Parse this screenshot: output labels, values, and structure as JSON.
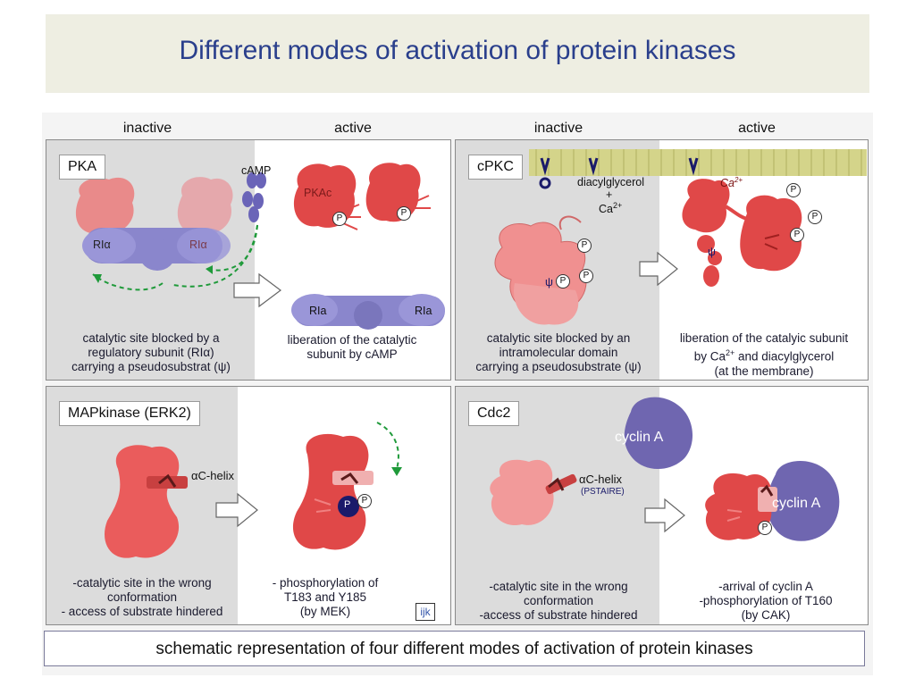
{
  "title": "Different modes of activation of protein kinases",
  "headers": {
    "left_inactive": "inactive",
    "left_active": "active",
    "right_inactive": "inactive",
    "right_active": "active"
  },
  "panels": {
    "pka": {
      "label": "PKA",
      "camp": "cAMP",
      "pkac": "PKAc",
      "ria_left": "RIα",
      "ria_right": "RIα",
      "rla_a": "RIa",
      "rla_b": "RIa",
      "inactive_caption": [
        "catalytic site blocked by a",
        "regulatory subunit (RIα)",
        "carrying a pseudosubstrat (ψ)"
      ],
      "active_caption": [
        "liberation of the catalytic",
        "subunit by cAMP"
      ]
    },
    "cpkc": {
      "label": "cPKC",
      "dag": "diacylglycerol",
      "plus": "+",
      "ca": "Ca",
      "ca_sup": "2+",
      "ca_membrane": "Ca",
      "ca_membrane_sup": "2+",
      "inactive_caption": [
        "catalytic site blocked by an",
        "intramolecular domain",
        "carrying a pseudosubstrate (ψ)"
      ],
      "active_caption_line1": "liberation of the catalyic subunit",
      "active_caption_line2_a": "by Ca",
      "active_caption_line2_sup": "2+",
      "active_caption_line2_b": " and  diacylglycerol",
      "active_caption_line3": "(at the membrane)"
    },
    "mapk": {
      "label": "MAPkinase (ERK2)",
      "helix": "αC-helix",
      "inactive_caption": [
        "-catalytic site in the wrong",
        "conformation",
        "- access of substrate hindered"
      ],
      "active_caption": [
        "- phosphorylation of",
        "T183 and Y185",
        "(by MEK)"
      ],
      "logo": "ijk"
    },
    "cdc2": {
      "label": "Cdc2",
      "cyclin": "cyclin A",
      "cyclin_bound": "cyclin A",
      "helix": "αC-helix",
      "pstaire": "(PSTAIRE)",
      "inactive_caption": [
        "-catalytic site in the wrong",
        "conformation",
        "-access of substrate hindered"
      ],
      "active_caption": [
        "-arrival of cyclin A",
        "-phosphorylation of T160",
        "(by CAK)"
      ]
    }
  },
  "footer": "schematic representation of four different modes of activation of protein kinases",
  "symbols": {
    "p": "P",
    "psi": "ψ"
  },
  "colors": {
    "title": "#2a3f8c",
    "kinase_red": "#e04848",
    "kinase_pink": "#f0a0a0",
    "regulatory_purple": "#8a86cc",
    "cyclin_purple": "#6f66b0",
    "membrane": "#d4d48a",
    "arrow_green": "#1f9a3a"
  }
}
